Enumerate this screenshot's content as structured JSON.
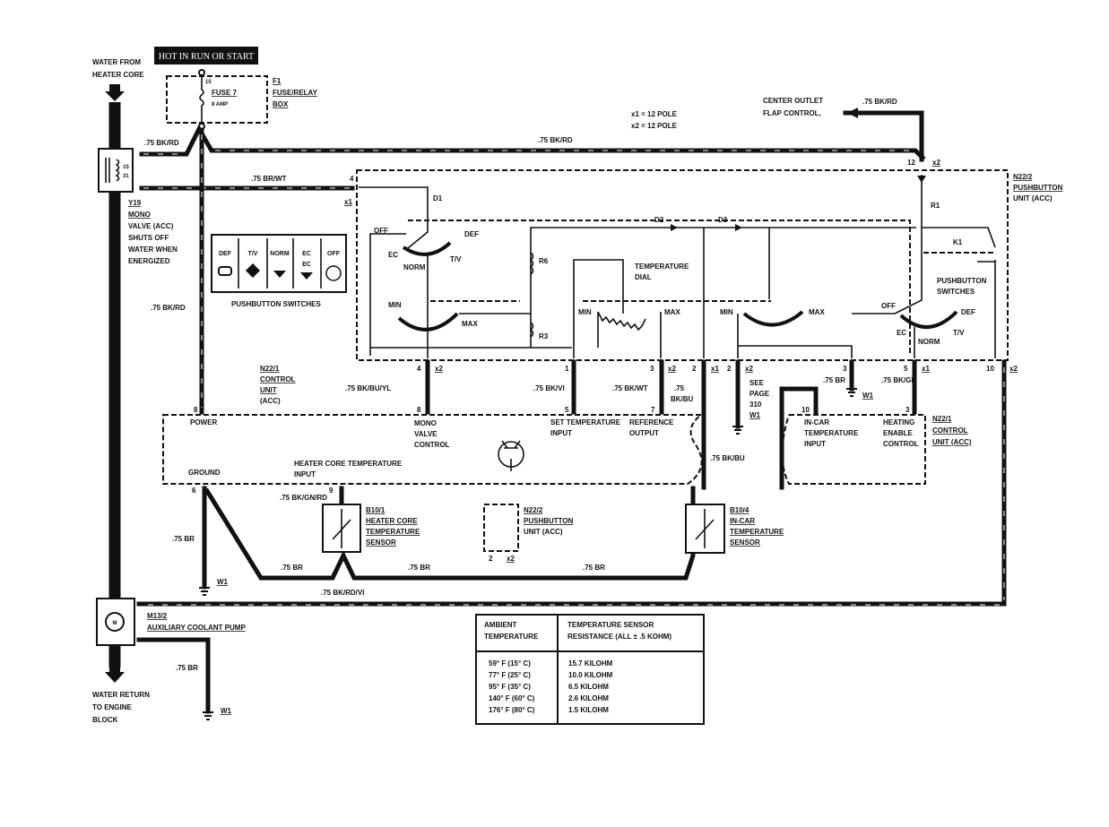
{
  "header": {
    "title": "HOT IN RUN OR START"
  },
  "colors": {
    "wire": "#111111",
    "background": "#ffffff",
    "header_bg": "#111111",
    "header_text": "#ffffff"
  },
  "water": {
    "from_1": "WATER FROM",
    "from_2": "HEATER CORE",
    "return_1": "WATER RETURN",
    "return_2": "TO ENGINE",
    "return_3": "BLOCK"
  },
  "fuse_box": {
    "id": "F1",
    "name_1": "FUSE/RELAY",
    "name_2": "BOX",
    "fuse": "FUSE 7",
    "rating": "8 AMP",
    "pin": "15"
  },
  "connector_legend": {
    "x1": "x1 = 12 POLE",
    "x2": "x2 = 12 POLE"
  },
  "center_outlet": {
    "line1": "CENTER OUTLET",
    "line2": "FLAP CONTROL,",
    "wire": ".75 BK/RD"
  },
  "mono_valve": {
    "id": "Y19",
    "l1": "MONO",
    "l2": "VALVE (ACC)",
    "l3": "SHUTS OFF",
    "l4": "WATER WHEN",
    "l5": "ENERGIZED",
    "pin_a": "15",
    "pin_b": "31"
  },
  "wires": {
    "bkrd_left": ".75 BK/RD",
    "bkrd_top": ".75 BK/RD",
    "brwt": ".75 BR/WT",
    "bkrd_vert": ".75 BK/RD",
    "bkbuyl": ".75 BK/BU/YL",
    "bkvi": ".75 BK/VI",
    "bkwt": ".75 BK/WT",
    "bkbu_1": ".75",
    "bkbu_2": "BK/BU",
    "br_w1": ".75 BR",
    "bkgn": ".75 BK/GN",
    "bkbu_lower": ".75 BK/BU",
    "bkgnrd": ".75 BK/GN/RD",
    "br_ground": ".75 BR",
    "br_bot1": ".75 BR",
    "br_bot2": ".75 BR",
    "br_bot3": ".75 BR",
    "bkrdvi": ".75 BK/RD/VI",
    "br_pump": ".75 BR"
  },
  "pushbutton_unit": {
    "id": "N22/2",
    "l1": "PUSHBUTTON",
    "l2": "UNIT (ACC)"
  },
  "pushbutton_panel": {
    "title": "PUSHBUTTON SWITCHES",
    "buttons": [
      "DEF",
      "T/V",
      "NORM",
      "EC",
      "OFF"
    ],
    "ec_sub": "EC"
  },
  "switch_left": {
    "off": "OFF",
    "def": "DEF",
    "ec": "EC",
    "tv": "T/V",
    "norm": "NORM",
    "min": "MIN",
    "max": "MAX",
    "d1": "D1"
  },
  "middle": {
    "d2": "D2",
    "d3": "D3",
    "r6": "R6",
    "r3": "R3",
    "dial_1": "TEMPERATURE",
    "dial_2": "DIAL",
    "min": "MIN",
    "max": "MAX",
    "min2": "MIN",
    "max2": "MAX"
  },
  "switch_right": {
    "r1": "R1",
    "k1": "K1",
    "ps_1": "PUSHBUTTON",
    "ps_2": "SWITCHES",
    "off": "OFF",
    "def": "DEF",
    "ec": "EC",
    "norm": "NORM",
    "tv": "T/V"
  },
  "pins_top": [
    {
      "pin": "4",
      "conn": "x1"
    },
    {
      "pin": "12",
      "conn": "x2"
    },
    {
      "pin": "4",
      "conn": "x2"
    },
    {
      "pin": "1",
      "conn": ""
    },
    {
      "pin": "3",
      "conn": "x2"
    },
    {
      "pin": "2",
      "conn": "x1"
    },
    {
      "pin": "2",
      "conn": "x2"
    },
    {
      "pin": "3",
      "conn": ""
    },
    {
      "pin": "5",
      "conn": "x1"
    },
    {
      "pin": "10",
      "conn": "x2"
    }
  ],
  "see_page": {
    "l1": "SEE",
    "l2": "PAGE",
    "l3": "310",
    "ground": "W1"
  },
  "ground_w1": "W1",
  "control_unit": {
    "id": "N22/1",
    "l1": "CONTROL",
    "l2": "UNIT",
    "l3": "(ACC)",
    "unit_acc": "UNIT (ACC)",
    "power": "POWER",
    "ground": "GROUND",
    "mono_1": "MONO",
    "mono_2": "VALVE",
    "mono_3": "CONTROL",
    "set_1": "SET TEMPERATURE",
    "set_2": "INPUT",
    "ref_1": "REFERENCE",
    "ref_2": "OUTPUT",
    "hc_1": "HEATER CORE TEMPERATURE",
    "hc_2": "INPUT",
    "incar_1": "IN-CAR",
    "incar_2": "TEMPERATURE",
    "incar_3": "INPUT",
    "heat_1": "HEATING",
    "heat_2": "ENABLE",
    "heat_3": "CONTROL",
    "pin_power": "8",
    "pin_mono": "8",
    "pin_set": "5",
    "pin_ref": "7",
    "pin_ground": "6",
    "pin_hc": "9",
    "pin_incar": "10",
    "pin_heat": "3"
  },
  "sensor_heater": {
    "id": "B10/1",
    "l1": "HEATER CORE",
    "l2": "TEMPERATURE",
    "l3": "SENSOR"
  },
  "sensor_incar": {
    "id": "B10/4",
    "l1": "IN-CAR",
    "l2": "TEMPERATURE",
    "l3": "SENSOR"
  },
  "pushbutton_lower": {
    "id": "N22/2",
    "l1": "PUSHBUTTON",
    "l2": "UNIT (ACC)",
    "pin": "2",
    "conn": "x2"
  },
  "pump": {
    "id": "M13/2",
    "name": "AUXILIARY COOLANT PUMP",
    "symbol": "M"
  },
  "grounds": {
    "g1": "W1",
    "g2": "W1"
  },
  "table": {
    "headers": [
      [
        "AMBIENT",
        "TEMPERATURE"
      ],
      [
        "TEMPERATURE SENSOR",
        "RESISTANCE (ALL ± .5 KOHM)"
      ]
    ],
    "rows": [
      [
        "59° F (15° C)",
        "15.7 KILOHM"
      ],
      [
        "77° F (25° C)",
        "10.0 KILOHM"
      ],
      [
        "95° F (35° C)",
        "6.5 KILOHM"
      ],
      [
        "140° F (60° C)",
        "2.6 KILOHM"
      ],
      [
        "176° F (80° C)",
        "1.5 KILOHM"
      ]
    ]
  }
}
